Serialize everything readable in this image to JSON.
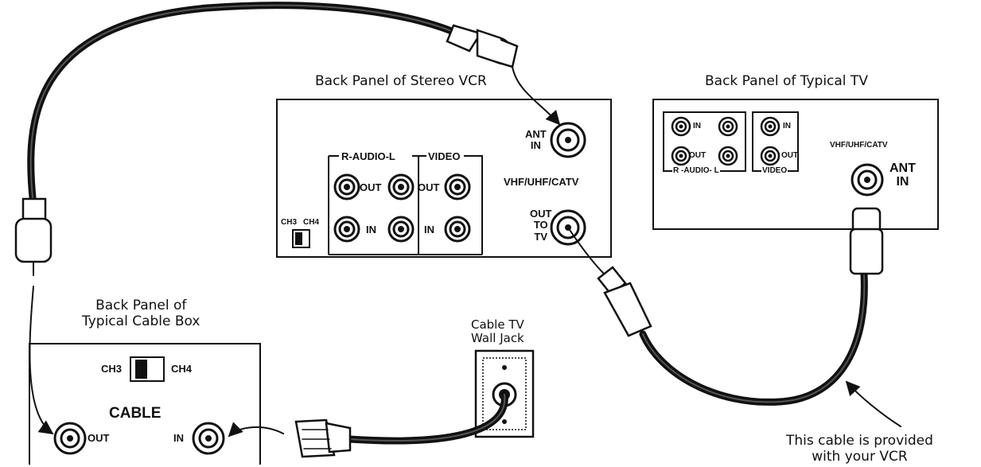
{
  "vcr": {
    "title": "Back Panel of Stereo VCR",
    "ant_in": [
      "ANT",
      "IN"
    ],
    "audio_group": "R-AUDIO-L",
    "video_group": "VIDEO",
    "out": "OUT",
    "in": "IN",
    "ch3": "CH3",
    "ch4": "CH4",
    "rf_label": "VHF/UHF/CATV",
    "out_to_tv": [
      "OUT",
      "TO",
      "TV"
    ]
  },
  "tv": {
    "title": "Back Panel of Typical TV",
    "in": "IN",
    "out": "OUT",
    "audio_group": "R -AUDIO- L",
    "video_group": "VIDEO",
    "rf_label": "VHF/UHF/CATV",
    "ant_in": [
      "ANT",
      "IN"
    ]
  },
  "cable_box": {
    "title": [
      "Back Panel of",
      "Typical Cable Box"
    ],
    "ch3": "CH3",
    "ch4": "CH4",
    "cable": "CABLE",
    "out": "OUT",
    "in": "IN"
  },
  "wall_jack": {
    "title": [
      "Cable TV",
      "Wall Jack"
    ]
  },
  "note": [
    "This cable is provided",
    "with your VCR"
  ]
}
